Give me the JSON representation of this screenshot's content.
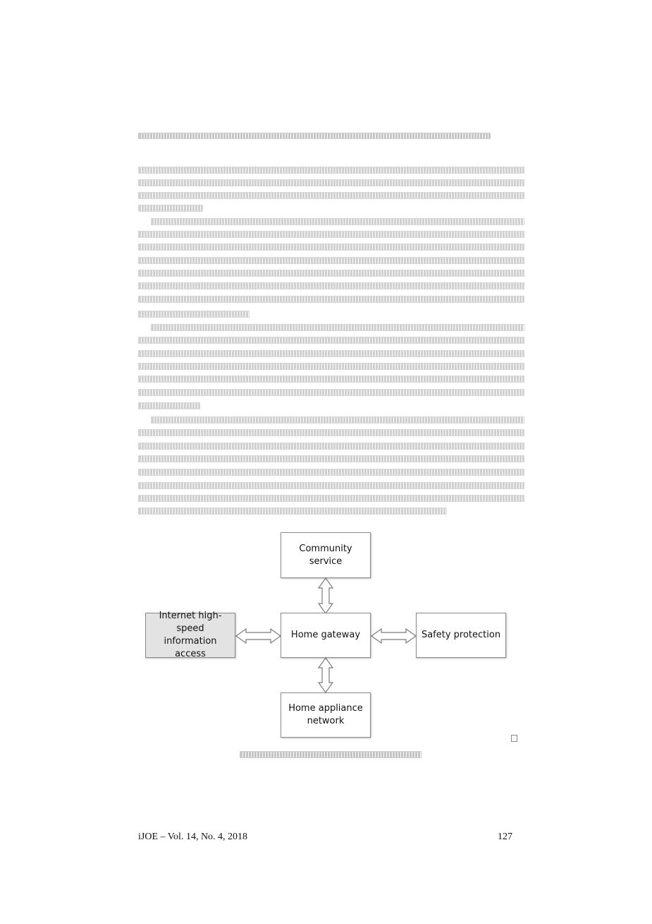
{
  "diagram": {
    "nodes": {
      "community": "Community service",
      "internet": "Internet high-speed information access",
      "gateway": "Home gateway",
      "safety": "Safety protection",
      "appliance": "Home appliance network"
    },
    "colors": {
      "border": "#8a8a8a",
      "shaded_fill": "#e3e3e3",
      "arrow_fill": "#ffffff"
    }
  },
  "footer": {
    "journal": "iJOE – Vol. 14, No. 4, 2018",
    "page_number": "127"
  }
}
